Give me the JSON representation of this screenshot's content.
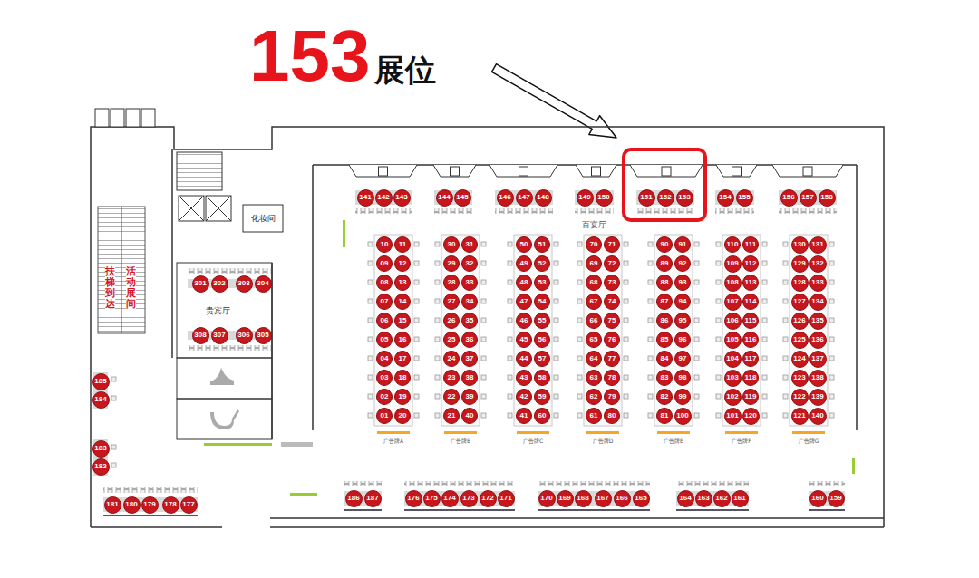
{
  "diagram": {
    "nodes": [
      {
        "text": [
          "141"
        ]
      },
      {
        "text": [
          "142"
        ]
      },
      {
        "text": [
          "143"
        ]
      },
      {
        "text": [
          "144"
        ]
      },
      {
        "text": [
          "145"
        ]
      },
      {
        "text": [
          "146"
        ]
      },
      {
        "text": [
          "147"
        ]
      },
      {
        "text": [
          "148"
        ]
      },
      {
        "text": [
          "149"
        ]
      },
      {
        "text": [
          "150"
        ]
      },
      {
        "text": [
          "151"
        ]
      },
      {
        "text": [
          "152"
        ]
      },
      {
        "text": [
          "153"
        ]
      },
      {
        "text": [
          "154"
        ]
      },
      {
        "text": [
          "155"
        ]
      },
      {
        "text": [
          "156"
        ]
      },
      {
        "text": [
          "157"
        ]
      },
      {
        "text": [
          "158"
        ]
      },
      {
        "text": [
          "301"
        ]
      },
      {
        "text": [
          "302"
        ]
      },
      {
        "text": [
          "303"
        ]
      },
      {
        "text": [
          "304"
        ]
      },
      {
        "text": [
          "308"
        ]
      },
      {
        "text": [
          "307"
        ]
      },
      {
        "text": [
          "306"
        ]
      },
      {
        "text": [
          "305"
        ]
      },
      {
        "text": [
          "10"
        ]
      },
      {
        "text": [
          "11"
        ]
      },
      {
        "text": [
          "09"
        ]
      },
      {
        "text": [
          "12"
        ]
      },
      {
        "text": [
          "08"
        ]
      },
      {
        "text": [
          "13"
        ]
      },
      {
        "text": [
          "07"
        ]
      },
      {
        "text": [
          "14"
        ]
      },
      {
        "text": [
          "06"
        ]
      },
      {
        "text": [
          "15"
        ]
      },
      {
        "text": [
          "05"
        ]
      },
      {
        "text": [
          "16"
        ]
      },
      {
        "text": [
          "04"
        ]
      },
      {
        "text": [
          "17"
        ]
      },
      {
        "text": [
          "03"
        ]
      },
      {
        "text": [
          "18"
        ]
      },
      {
        "text": [
          "02"
        ]
      },
      {
        "text": [
          "19"
        ]
      },
      {
        "text": [
          "01"
        ]
      },
      {
        "text": [
          "20"
        ]
      },
      {
        "text": [
          "30"
        ]
      },
      {
        "text": [
          "31"
        ]
      },
      {
        "text": [
          "29"
        ]
      },
      {
        "text": [
          "32"
        ]
      },
      {
        "text": [
          "28"
        ]
      },
      {
        "text": [
          "33"
        ]
      },
      {
        "text": [
          "27"
        ]
      },
      {
        "text": [
          "34"
        ]
      },
      {
        "text": [
          "26"
        ]
      },
      {
        "text": [
          "35"
        ]
      },
      {
        "text": [
          "25"
        ]
      },
      {
        "text": [
          "36"
        ]
      },
      {
        "text": [
          "24"
        ]
      },
      {
        "text": [
          "37"
        ]
      },
      {
        "text": [
          "23"
        ]
      },
      {
        "text": [
          "38"
        ]
      },
      {
        "text": [
          "22"
        ]
      },
      {
        "text": [
          "39"
        ]
      },
      {
        "text": [
          "21"
        ]
      },
      {
        "text": [
          "40"
        ]
      },
      {
        "text": [
          "50"
        ]
      },
      {
        "text": [
          "51"
        ]
      },
      {
        "text": [
          "49"
        ]
      },
      {
        "text": [
          "52"
        ]
      },
      {
        "text": [
          "48"
        ]
      },
      {
        "text": [
          "53"
        ]
      },
      {
        "text": [
          "47"
        ]
      },
      {
        "text": [
          "54"
        ]
      },
      {
        "text": [
          "46"
        ]
      },
      {
        "text": [
          "55"
        ]
      },
      {
        "text": [
          "45"
        ]
      },
      {
        "text": [
          "56"
        ]
      },
      {
        "text": [
          "44"
        ]
      },
      {
        "text": [
          "57"
        ]
      },
      {
        "text": [
          "43"
        ]
      },
      {
        "text": [
          "58"
        ]
      },
      {
        "text": [
          "42"
        ]
      },
      {
        "text": [
          "59"
        ]
      },
      {
        "text": [
          "41"
        ]
      },
      {
        "text": [
          "60"
        ]
      },
      {
        "text": [
          "70"
        ]
      },
      {
        "text": [
          "71"
        ]
      },
      {
        "text": [
          "69"
        ]
      },
      {
        "text": [
          "72"
        ]
      },
      {
        "text": [
          "68"
        ]
      },
      {
        "text": [
          "73"
        ]
      },
      {
        "text": [
          "67"
        ]
      },
      {
        "text": [
          "74"
        ]
      },
      {
        "text": [
          "66"
        ]
      },
      {
        "text": [
          "75"
        ]
      },
      {
        "text": [
          "65"
        ]
      },
      {
        "text": [
          "76"
        ]
      },
      {
        "text": [
          "64"
        ]
      },
      {
        "text": [
          "77"
        ]
      },
      {
        "text": [
          "63"
        ]
      },
      {
        "text": [
          "78"
        ]
      },
      {
        "text": [
          "62"
        ]
      },
      {
        "text": [
          "79"
        ]
      },
      {
        "text": [
          "61"
        ]
      },
      {
        "text": [
          "80"
        ]
      },
      {
        "text": [
          "90"
        ]
      },
      {
        "text": [
          "91"
        ]
      },
      {
        "text": [
          "89"
        ]
      },
      {
        "text": [
          "92"
        ]
      },
      {
        "text": [
          "88"
        ]
      },
      {
        "text": [
          "93"
        ]
      },
      {
        "text": [
          "87"
        ]
      },
      {
        "text": [
          "94"
        ]
      },
      {
        "text": [
          "86"
        ]
      },
      {
        "text": [
          "95"
        ]
      },
      {
        "text": [
          "85"
        ]
      },
      {
        "text": [
          "96"
        ]
      },
      {
        "text": [
          "84"
        ]
      },
      {
        "text": [
          "97"
        ]
      },
      {
        "text": [
          "83"
        ]
      },
      {
        "text": [
          "98"
        ]
      },
      {
        "text": [
          "82"
        ]
      },
      {
        "text": [
          "99"
        ]
      },
      {
        "text": [
          "81"
        ]
      },
      {
        "text": [
          "100"
        ]
      },
      {
        "text": [
          "110"
        ]
      },
      {
        "text": [
          "111"
        ]
      },
      {
        "text": [
          "109"
        ]
      },
      {
        "text": [
          "112"
        ]
      },
      {
        "text": [
          "108"
        ]
      },
      {
        "text": [
          "113"
        ]
      },
      {
        "text": [
          "107"
        ]
      },
      {
        "text": [
          "114"
        ]
      },
      {
        "text": [
          "106"
        ]
      },
      {
        "text": [
          "115"
        ]
      },
      {
        "text": [
          "105"
        ]
      },
      {
        "text": [
          "116"
        ]
      },
      {
        "text": [
          "104"
        ]
      },
      {
        "text": [
          "117"
        ]
      },
      {
        "text": [
          "103"
        ]
      },
      {
        "text": [
          "118"
        ]
      },
      {
        "text": [
          "102"
        ]
      },
      {
        "text": [
          "119"
        ]
      },
      {
        "text": [
          "101"
        ]
      },
      {
        "text": [
          "120"
        ]
      },
      {
        "text": [
          "130"
        ]
      },
      {
        "text": [
          "131"
        ]
      },
      {
        "text": [
          "129"
        ]
      },
      {
        "text": [
          "132"
        ]
      },
      {
        "text": [
          "128"
        ]
      },
      {
        "text": [
          "133"
        ]
      },
      {
        "text": [
          "127"
        ]
      },
      {
        "text": [
          "134"
        ]
      },
      {
        "text": [
          "126"
        ]
      },
      {
        "text": [
          "135"
        ]
      },
      {
        "text": [
          "125"
        ]
      },
      {
        "text": [
          "136"
        ]
      },
      {
        "text": [
          "124"
        ]
      },
      {
        "text": [
          "137"
        ]
      },
      {
        "text": [
          "123"
        ]
      },
      {
        "text": [
          "138"
        ]
      },
      {
        "text": [
          "122"
        ]
      },
      {
        "text": [
          "139"
        ]
      },
      {
        "text": [
          "121"
        ]
      },
      {
        "text": [
          "140"
        ]
      },
      {
        "text": [
          "185"
        ]
      },
      {
        "text": [
          "184"
        ]
      },
      {
        "text": [
          "183"
        ]
      },
      {
        "text": [
          "182"
        ]
      },
      {
        "text": [
          "181"
        ]
      },
      {
        "text": [
          "180"
        ]
      },
      {
        "text": [
          "179"
        ]
      },
      {
        "text": [
          "178"
        ]
      },
      {
        "text": [
          "177"
        ]
      },
      {
        "text": [
          "186"
        ]
      },
      {
        "text": [
          "187"
        ]
      },
      {
        "text": [
          "176"
        ]
      },
      {
        "text": [
          "175"
        ]
      },
      {
        "text": [
          "174"
        ]
      },
      {
        "text": [
          "173"
        ]
      },
      {
        "text": [
          "172"
        ]
      },
      {
        "text": [
          "171"
        ]
      },
      {
        "text": [
          "170"
        ]
      },
      {
        "text": [
          "169"
        ]
      },
      {
        "text": [
          "168"
        ]
      },
      {
        "text": [
          "167"
        ]
      },
      {
        "text": [
          "166"
        ]
      },
      {
        "text": [
          "165"
        ]
      },
      {
        "text": [
          "164"
        ]
      },
      {
        "text": [
          "163"
        ]
      },
      {
        "text": [
          "162"
        ]
      },
      {
        "text": [
          "161"
        ]
      },
      {
        "text": [
          "160"
        ]
      },
      {
        "text": [
          "159"
        ]
      }
    ],
    "labels": [
      "153",
      "展位",
      "化妆间",
      "贵宾厅",
      "百宴厅",
      "扶梯到达",
      "活动展间",
      "广告牌A",
      "广告牌B",
      "广告牌C",
      "广告牌D",
      "广告牌E",
      "广告牌F",
      "广告牌G"
    ]
  }
}
